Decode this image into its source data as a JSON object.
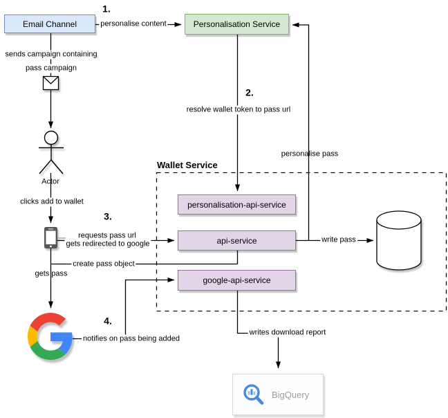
{
  "diagram": {
    "container_label": "Wallet Service",
    "nodes": {
      "email_channel": "Email Channel",
      "personalisation_service": "Personalisation Service",
      "personalisation_api_service": "personalisation-api-service",
      "api_service": "api-service",
      "google_api_service": "google-api-service",
      "bigquery": "BigQuery",
      "actor": "Actor"
    },
    "steps": {
      "one": "1.",
      "two": "2.",
      "three": "3.",
      "four": "4."
    },
    "edge_labels": {
      "personalise_content": "personalise content",
      "sends_campaign_line1": "sends campaign containing",
      "sends_campaign_line2": "pass campaign",
      "clicks_add_to_wallet": "clicks add to wallet",
      "resolve_wallet_token": "resolve wallet token to pass url",
      "personalise_pass": "personalise pass",
      "requests_pass_url": "requests pass url",
      "gets_redirected_to_google": "gets redirected to google",
      "create_pass_object": "create pass object",
      "gets_pass": "gets pass",
      "write_pass": "write pass",
      "notifies_on_pass_added": "notifies on pass being added",
      "writes_download_report": "writes download report"
    },
    "colors": {
      "email_box_fill": "#dae8fc",
      "email_box_border": "#6c8ebf",
      "service_box_fill": "#d5e8d4",
      "service_box_border": "#82b366",
      "api_box_fill": "#e1d5e7",
      "api_box_border": "#9673a6",
      "google_red": "#ea4335",
      "google_yellow": "#fbbc05",
      "google_green": "#34a853",
      "google_blue": "#4285f4",
      "bigquery_icon_blue": "#4a89dc",
      "bigquery_text_gray": "#9e9e9e"
    }
  }
}
